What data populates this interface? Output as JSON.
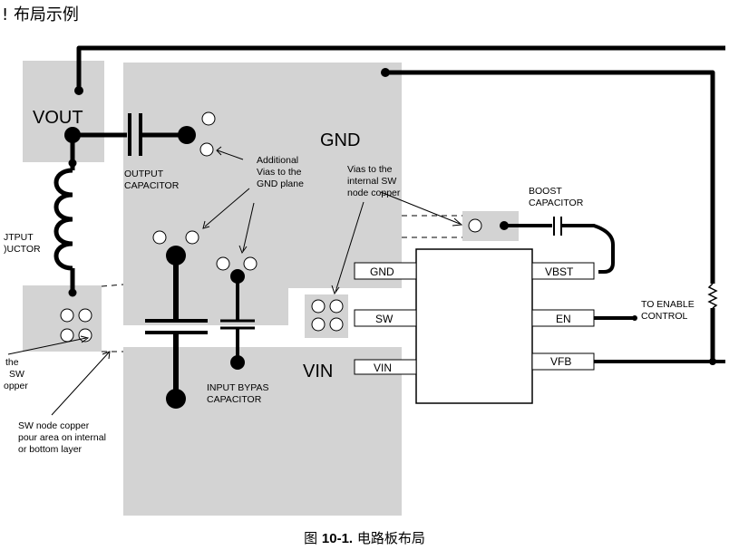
{
  "header": {
    "title": "! 布局示例"
  },
  "caption": {
    "prefix": "图 ",
    "number": "10-1.",
    "text": " 电路板布局"
  },
  "regions": {
    "vout": "VOUT",
    "gnd": "GND",
    "vin": "VIN"
  },
  "annotations": {
    "output_capacitor": [
      "OUTPUT",
      "CAPACITOR"
    ],
    "additional_vias": [
      "Additional",
      "Vias to the",
      "GND plane"
    ],
    "vias_sw": [
      "Vias to the",
      "internal SW",
      "node copper"
    ],
    "boost_capacitor": [
      "BOOST",
      "CAPACITOR"
    ],
    "output_inductor": [
      "JTPUT",
      ")UCTOR"
    ],
    "sw_copper_left": [
      "the",
      "SW",
      "opper"
    ],
    "sw_node_copper": [
      "SW node copper",
      "pour area on internal",
      "or bottom layer"
    ],
    "input_bypass": [
      "INPUT BYPAS",
      "CAPACITOR"
    ],
    "enable_control": [
      "TO ENABLE",
      "CONTROL"
    ]
  },
  "ic": {
    "left_pins": [
      "GND",
      "SW",
      "VIN"
    ],
    "right_pins": [
      "VBST",
      "EN",
      "VFB"
    ]
  },
  "colors": {
    "copper": "#d3d3d3",
    "trace": "#000000"
  }
}
